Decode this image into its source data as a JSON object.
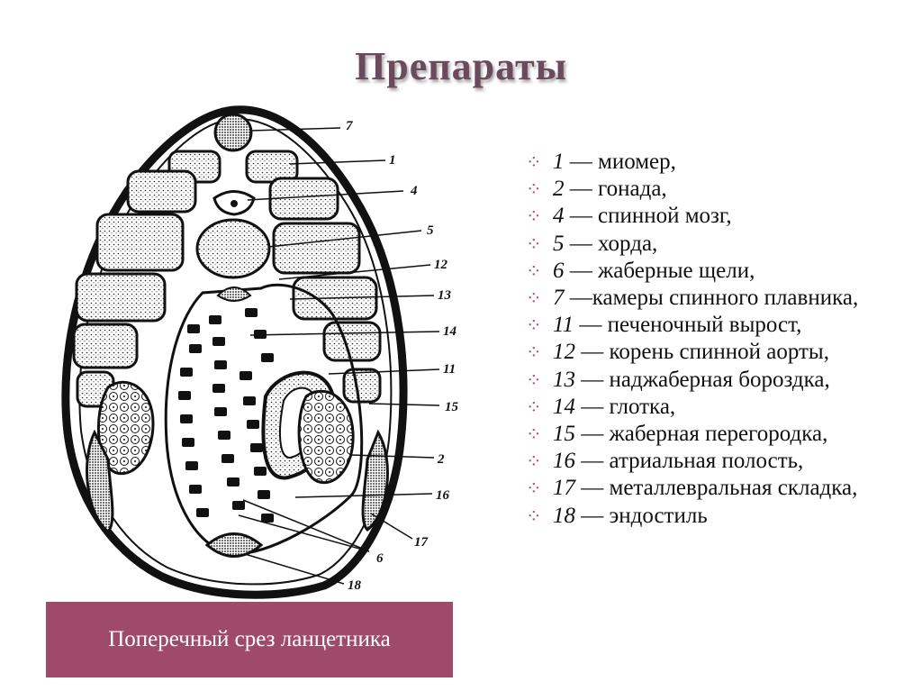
{
  "slide": {
    "title": "Препараты",
    "caption": "Поперечный срез ланцетника"
  },
  "diagram": {
    "labels": [
      "7",
      "1",
      "4",
      "5",
      "12",
      "13",
      "14",
      "11",
      "15",
      "2",
      "16",
      "17",
      "6",
      "18"
    ]
  },
  "legend": {
    "bullet": "⁘",
    "items": [
      {
        "num": "1",
        "text": " — миомер,"
      },
      {
        "num": "2",
        "text": " — гонада,"
      },
      {
        "num": "4",
        "text": " — спинной мозг,"
      },
      {
        "num": "5",
        "text": " — хорда,"
      },
      {
        "num": "6",
        "text": " — жаберные щели,"
      },
      {
        "num": "7",
        "text": " —камеры спинного плавника,"
      },
      {
        "num": "11",
        "text": " — печеночный вырост,"
      },
      {
        "num": "12",
        "text": " — корень спинной аорты,"
      },
      {
        "num": "13",
        "text": " — наджаберная бороздка,"
      },
      {
        "num": "14",
        "text": " — глотка,"
      },
      {
        "num": "15",
        "text": " — жаберная перегородка,"
      },
      {
        "num": "16",
        "text": " — атриальная полость,"
      },
      {
        "num": "17",
        "text": " — металлевральная складка,"
      },
      {
        "num": "18",
        "text": " — эндостиль"
      }
    ]
  }
}
